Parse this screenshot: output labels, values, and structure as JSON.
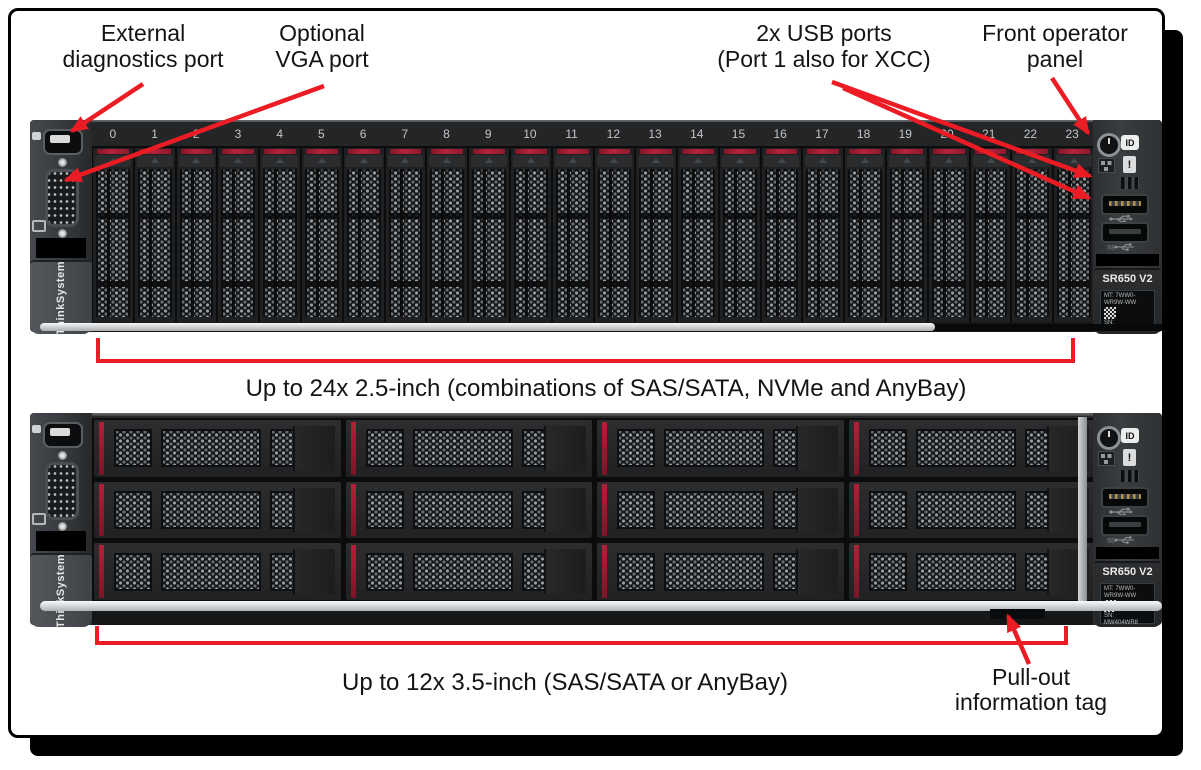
{
  "callouts": {
    "external_diagnostics_port": {
      "line1": "External",
      "line2": "diagnostics port"
    },
    "optional_vga_port": {
      "line1": "Optional",
      "line2": "VGA port"
    },
    "usb_ports": {
      "line1": "2x USB ports",
      "line2": "(Port 1 also for XCC)"
    },
    "front_operator_panel": {
      "line1": "Front operator",
      "line2": "panel"
    },
    "pull_out_tag": {
      "line1": "Pull-out",
      "line2": "information tag"
    }
  },
  "captions": {
    "top_server": "Up to 24x 2.5-inch (combinations of SAS/SATA, NVMe and AnyBay)",
    "bottom_server": "Up to 12x 3.5-inch (SAS/SATA or AnyBay)"
  },
  "top_server": {
    "bay_numbers": [
      "0",
      "1",
      "2",
      "3",
      "4",
      "5",
      "6",
      "7",
      "8",
      "9",
      "10",
      "11",
      "12",
      "13",
      "14",
      "15",
      "16",
      "17",
      "18",
      "19",
      "20",
      "21",
      "22",
      "23"
    ]
  },
  "bottom_server": {
    "rows": 3,
    "cols": 4
  },
  "branding": {
    "vertical_label": "ThinkSystem",
    "model_label": "SR650 V2",
    "mt_line1": "MT: 7WW0-",
    "mt_line2": "WR9W-WW",
    "sn_line1": "SN:",
    "sn_line2": "MW404WR8"
  },
  "operator_panel": {
    "id_label": "ID",
    "alert_label": "!"
  },
  "colors": {
    "annotation_red": "#ec1c24",
    "drive_accent_red": "#9d1c32",
    "chassis_dark": "#1d1f21",
    "panel_gray": "#3d4043"
  }
}
